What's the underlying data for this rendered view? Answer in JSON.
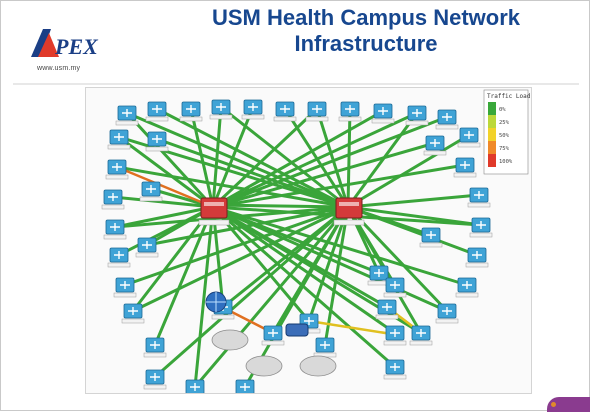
{
  "header": {
    "title_line1": "USM Health Campus Network",
    "title_line2": "Infrastructure",
    "logo_url_text": "www.usm.my"
  },
  "colors": {
    "title": "#17478f",
    "link_normal": "#3aa53a",
    "link_warn": "#e0c020",
    "link_hot": "#e07020",
    "switch": "#3fa3d6",
    "core": "#d43a3a"
  },
  "diagram": {
    "legend": {
      "title": "Traffic Load",
      "levels": [
        "0%",
        "25%",
        "50%",
        "75%",
        "100%"
      ]
    },
    "icons": [
      "core-switch",
      "access-switch",
      "router-globe",
      "cloud"
    ]
  }
}
